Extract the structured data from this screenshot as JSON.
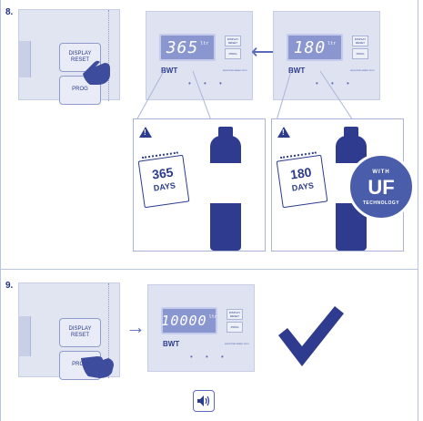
{
  "step8": {
    "number": "8.",
    "panel": {
      "button1": "DISPLAY\nRESET",
      "button2": "PROG"
    },
    "device1": {
      "display": "365",
      "unit": "ltr",
      "brand": "BWT",
      "dots": "• • •",
      "site": "www.bwt-water.com",
      "btn1": "DISPLAY RESET",
      "btn2": "PROG"
    },
    "device2": {
      "display": "180",
      "unit": "ltr",
      "brand": "BWT",
      "dots": "• • •",
      "site": "www.bwt-water.com",
      "btn1": "DISPLAY RESET",
      "btn2": "PROG"
    },
    "arrow": "⟷",
    "card1": {
      "number": "365",
      "label": "DAYS",
      "note": ""
    },
    "card2": {
      "number": "180",
      "label": "DAYS"
    },
    "badge": {
      "with": "WITH",
      "uf": "UF",
      "tech": "TECHNOLOGY"
    }
  },
  "step9": {
    "number": "9.",
    "panel": {
      "button1": "DISPLAY\nRESET",
      "button2": "PROG"
    },
    "arrow": "→",
    "device": {
      "display": "10000",
      "unit": "ltr",
      "brand": "BWT",
      "dots": "• • •",
      "site": "www.bwt-water.com",
      "btn1": "DISPLAY RESET",
      "btn2": "PROG"
    },
    "speaker_icon": "speaker-icon",
    "check_icon": "checkmark-icon"
  },
  "colors": {
    "navy": "#2c3c8e",
    "screen": "#8a96d0",
    "panel": "#e1e5f2",
    "accent": "#4a5dab"
  }
}
